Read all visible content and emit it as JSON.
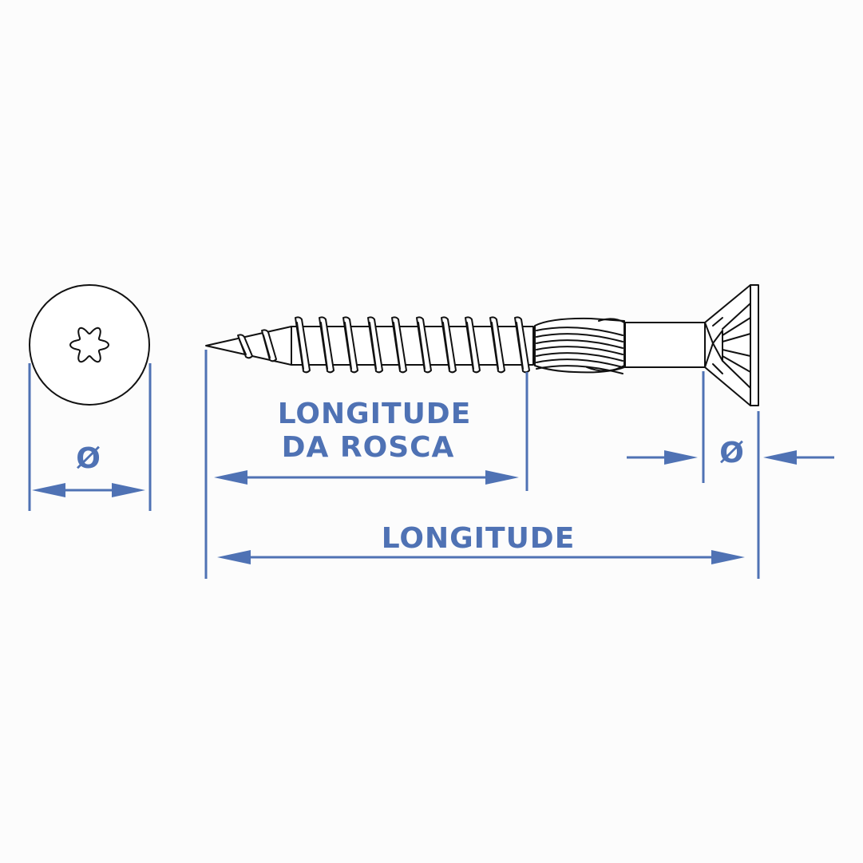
{
  "labels": {
    "thread_length_line1": "LONGITUDE",
    "thread_length_line2": "DA ROSCA",
    "total_length": "LONGITUDE",
    "head_diameter_symbol": "Ø",
    "shank_diameter_symbol": "Ø"
  },
  "colors": {
    "dimension": "#4f72b4",
    "ink": "#111111",
    "background": "#fcfcfc"
  },
  "icons": {
    "head_view": "torx-head-icon",
    "screw": "countersunk-screw-icon"
  }
}
